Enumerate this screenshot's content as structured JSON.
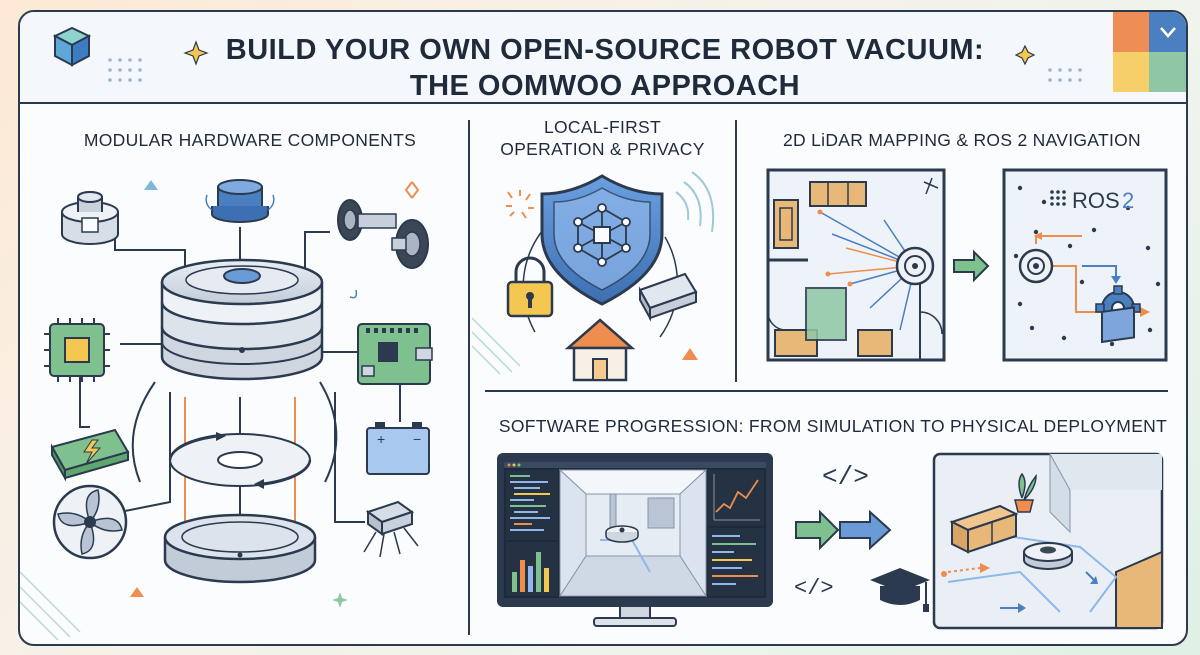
{
  "header": {
    "title_line1": "BUILD YOUR OWN OPEN-SOURCE ROBOT VACUUM:",
    "title_line2": "THE OOMWOO APPROACH",
    "corner_colors": [
      "#ef8d56",
      "#4a7fc1",
      "#f6cf6a",
      "#8fc7a4"
    ]
  },
  "sections": {
    "hardware": {
      "title": "MODULAR HARDWARE COMPONENTS"
    },
    "privacy": {
      "title_line1": "LOCAL-FIRST",
      "title_line2": "OPERATION & PRIVACY"
    },
    "navigation": {
      "title": "2D LiDAR MAPPING & ROS 2 NAVIGATION",
      "ros_label": "ROS",
      "ros_number": "2"
    },
    "software": {
      "title": "SOFTWARE PROGRESSION: FROM SIMULATION TO PHYSICAL DEPLOYMENT",
      "code_symbol": "</>"
    }
  },
  "colors": {
    "outline": "#2b3a4e",
    "blue": "#4a7fc1",
    "light_blue": "#cfe0f3",
    "green": "#7fc08f",
    "orange": "#ee8d4e",
    "yellow": "#f3c752",
    "wood": "#e8b878"
  }
}
